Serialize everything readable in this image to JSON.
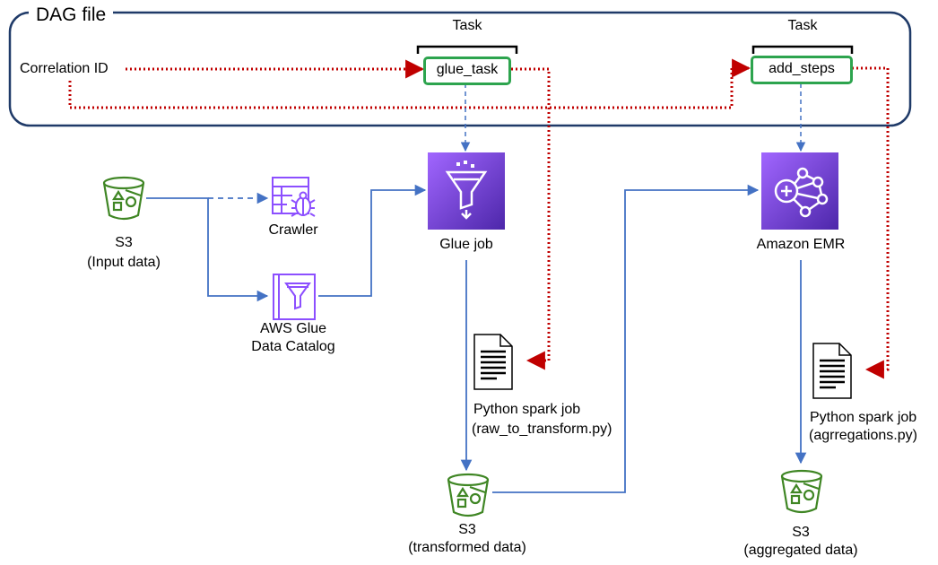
{
  "dag": {
    "title": "DAG file",
    "correlation_label": "Correlation ID",
    "tasks": [
      {
        "header": "Task",
        "name": "glue_task"
      },
      {
        "header": "Task",
        "name": "add_steps"
      }
    ]
  },
  "nodes": {
    "s3_input": {
      "title": "S3",
      "subtitle": "(Input data)"
    },
    "crawler": {
      "title": "Crawler"
    },
    "catalog": {
      "title": "AWS Glue",
      "subtitle": "Data Catalog"
    },
    "glue_job": {
      "title": "Glue job"
    },
    "emr": {
      "title": "Amazon EMR"
    },
    "script_transform": {
      "title": "Python spark job",
      "subtitle": "(raw_to_transform.py)"
    },
    "script_aggregate": {
      "title": "Python spark job",
      "subtitle": "(agrregations.py)"
    },
    "s3_transformed": {
      "title": "S3",
      "subtitle": "(transformed data)"
    },
    "s3_aggregated": {
      "title": "S3",
      "subtitle": "(aggregated data)"
    }
  },
  "colors": {
    "frame": "#1f3a68",
    "correlation_line": "#c00000",
    "flow_line": "#4472c4",
    "task_border": "#2da44e",
    "s3_green": "#3f8624",
    "aws_purple_light": "#a166ff",
    "aws_purple_dark": "#4d27aa",
    "glue_icon_purple": "#8c4fff"
  },
  "icons": {
    "s3": "s3-bucket-icon",
    "crawler": "crawler-icon",
    "catalog": "data-catalog-icon",
    "glue": "glue-funnel-icon",
    "emr": "emr-cluster-icon",
    "document": "document-icon"
  }
}
